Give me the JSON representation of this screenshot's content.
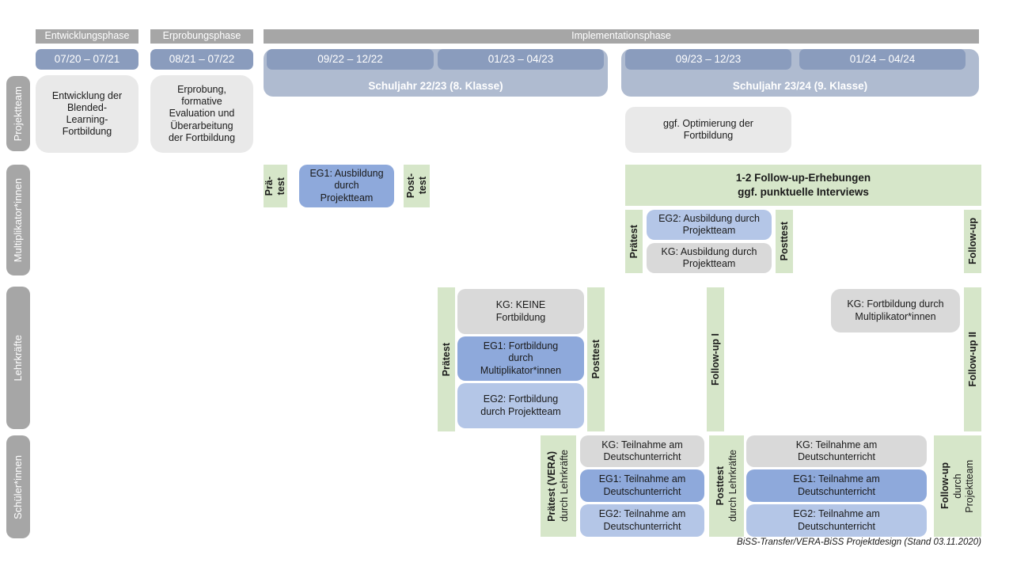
{
  "colors": {
    "header_gray": "#A6A6A6",
    "date_pill": "#8A9CBD",
    "year_container": "#AFBBD0",
    "eg1_blue": "#8EA9DB",
    "eg2_blue": "#B4C6E7",
    "kg_gray": "#D9D9D9",
    "light_gray": "#E9E9E9",
    "green": "#D6E6C9"
  },
  "phases": {
    "entwicklung": {
      "label": "Entwicklungsphase",
      "date": "07/20 – 07/21"
    },
    "erprobung": {
      "label": "Erprobungsphase",
      "date": "08/21 – 07/22"
    },
    "implementation": {
      "label": "Implementationsphase"
    }
  },
  "school_years": {
    "sy2223": {
      "label": "Schuljahr 22/23 (8. Klasse)",
      "date1": "09/22 – 12/22",
      "date2": "01/23 – 04/23"
    },
    "sy2324": {
      "label": "Schuljahr 23/24 (9. Klasse)",
      "date1": "09/23 – 12/23",
      "date2": "01/24 – 04/24"
    }
  },
  "row_labels": {
    "projektteam": "Projektteam",
    "multiplikatoren": "Multiplikator*innen",
    "lehrkraefte": "Lehrkräfte",
    "schueler": "Schüler*innen"
  },
  "projektteam": {
    "entwicklung_box": "Entwicklung der\nBlended-\nLearning-\nFortbildung",
    "erprobung_box": "Erprobung,\nformative\nEvaluation und\nÜberarbeitung\nder Fortbildung",
    "optimierung_box": "ggf. Optimierung der\nFortbildung"
  },
  "multiplikatoren": {
    "praetest1": "Prä-\ntest",
    "eg1": "EG1: Ausbildung\ndurch\nProjektteam",
    "posttest1": "Post-\ntest",
    "followup_box": "1-2 Follow-up-Erhebungen\nggf. punktuelle Interviews",
    "praetest2": "Prätest",
    "eg2": "EG2: Ausbildung durch\nProjektteam",
    "kg": "KG: Ausbildung durch\nProjektteam",
    "posttest2": "Posttest",
    "followup": "Follow-up"
  },
  "lehrkraefte": {
    "praetest": "Prätest",
    "kg": "KG: KEINE\nFortbildung",
    "eg1": "EG1: Fortbildung\ndurch\nMultiplikator*innen",
    "eg2": "EG2: Fortbildung\ndurch Projektteam",
    "posttest": "Posttest",
    "followup1": "Follow-up I",
    "kg2": "KG: Fortbildung durch\nMultiplikator*innen",
    "followup2": "Follow-up II"
  },
  "schueler": {
    "praetest_main": "Prätest (VERA)",
    "praetest_sub": "durch Lehrkräfte",
    "kg_1": "KG: Teilnahme am\nDeutschunterricht",
    "eg1_1": "EG1: Teilnahme am\nDeutschunterricht",
    "eg2_1": "EG2: Teilnahme am\nDeutschunterricht",
    "posttest_main": "Posttest",
    "posttest_sub": "durch Lehrkräfte",
    "kg_2": "KG: Teilnahme am\nDeutschunterricht",
    "eg1_2": "EG1: Teilnahme am\nDeutschunterricht",
    "eg2_2": "EG2: Teilnahme am\nDeutschunterricht",
    "followup_main": "Follow-up",
    "followup_sub": "durch\nProjektteam"
  },
  "caption": "BiSS-Transfer/VERA-BiSS Projektdesign (Stand 03.11.2020)"
}
